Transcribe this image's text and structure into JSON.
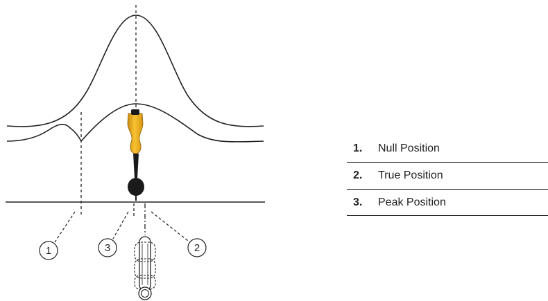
{
  "callouts": {
    "null_marker": "1",
    "true_marker": "2",
    "peak_marker": "3"
  },
  "legend": [
    {
      "number": "1.",
      "label": "Null Position"
    },
    {
      "number": "2.",
      "label": "True Position"
    },
    {
      "number": "3.",
      "label": "Peak Position"
    }
  ],
  "colors": {
    "line": "#231f20",
    "locator_body": "#f5b21c",
    "locator_shaft": "#1a1a1a"
  }
}
